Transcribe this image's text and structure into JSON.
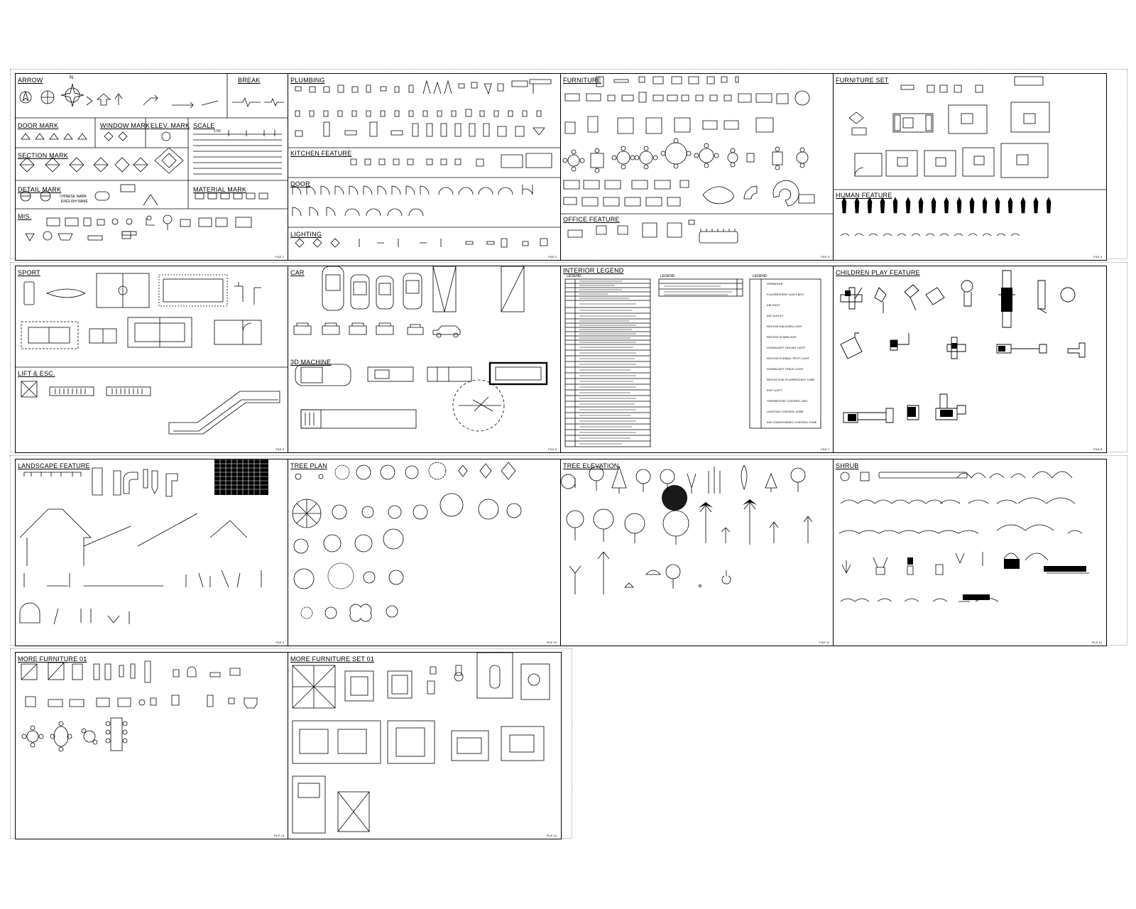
{
  "panels": {
    "arrow": "ARROW",
    "break": "BREAK",
    "door_mark": "DOOR MARK",
    "window_mark": "WINDOW MARK",
    "elev_mark": "ELEV. MARK",
    "scale": "SCALE",
    "section_mark": "SECTION MARK",
    "detail_mark": "DETAIL MARK",
    "material_mark": "MATERIAL MARK",
    "mis": "MIS.",
    "plumbing": "PLUMBING",
    "kitchen_feature": "KITCHEN FEATURE",
    "door": "DOOR",
    "lighting": "LIGHTING",
    "furniture": "FURNITURE",
    "office_feature": "OFFICE FEATURE",
    "furniture_set": "FURNITURE SET",
    "human_feature": "HUMAN FEATURE",
    "sport": "SPORT",
    "lift_esc": "LIFT & ESC.",
    "car": "CAR",
    "machine_3d": "3D MACHINE",
    "interior_legend": "INTERIOR LEGEND",
    "legend": "LEGEND",
    "children_play": "CHILDREN PLAY FEATURE",
    "landscape_feature": "LANDSCAPE FEATURE",
    "tree_plan": "TREE PLAN",
    "tree_elevation": "TREE ELEVATION",
    "shrub": "SHRUB",
    "more_furniture_01": "MORE FURNITURE 01",
    "more_furniture_set_01": "MORE FURNITURE SET 01"
  },
  "misc_text": {
    "north": "N",
    "chinese_name": "CHINESE NAME",
    "english_name": "ENGLISH NAME",
    "scale_value": "1:50"
  },
  "legend_items": [
    "SPRINKLER",
    "FLUORESCENT LIGHT BOX",
    "AIR INLET",
    "AIR OUTLET",
    "RECESS HALOGEN LIGHT",
    "RECESS DOWNLIGHT",
    "DOWNLIGHT CEILING LIGHT",
    "RECESS EYEBALL SPOT LIGHT",
    "DOWNLIGHT TRACK LIGHT",
    "REFLECTIVE FLUORESCENT TUBE",
    "EXIT LIGHT",
    "THERMOSTAT CONTROL UNIT",
    "LIGHTING CONTROL ZONE",
    "AIR-CONDITIONING CONTROL ZONE"
  ],
  "colors": {
    "ink": "#000000",
    "sheet_border": "#9a9a9a",
    "paper": "#ffffff"
  }
}
